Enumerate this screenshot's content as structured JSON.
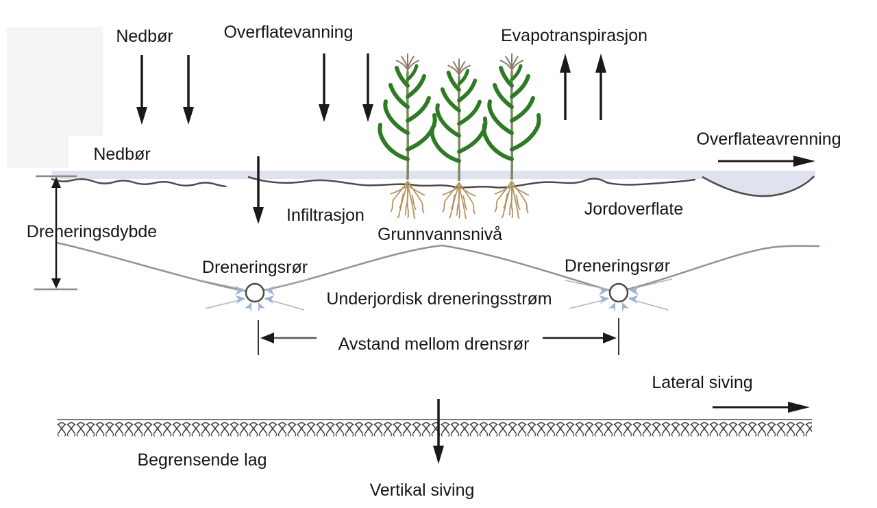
{
  "diagram": {
    "type": "agricultural-drainage-cross-section",
    "top_labels": {
      "nedbor": "Nedbør",
      "overflatevanning": "Overflatevanning",
      "evapotranspirasjon": "Evapotranspirasjon"
    },
    "surface_labels": {
      "nedbor": "Nedbør",
      "overflateavrenning": "Overflateavrenning",
      "infiltrasjon": "Infiltrasjon",
      "jordoverflate": "Jordoverflate"
    },
    "subsurface_labels": {
      "dreneringsdybde": "Dreneringsdybde",
      "grunnvannsniva": "Grunnvannsnivå",
      "dreneringsror_left": "Dreneringsrør",
      "dreneringsror_right": "Dreneringsrør",
      "underjordisk_dreneringsstrom": "Underjordisk dreneringsstrøm",
      "avstand_mellom_drensror": "Avstand mellom drensrør"
    },
    "bottom_labels": {
      "lateral_siving": "Lateral siving",
      "begrensende_lag": "Begrensende lag",
      "vertikal_siving": "Vertikal siving"
    },
    "colors": {
      "background": "#ffffff",
      "surface_water_band": "#dfe2ef",
      "soil_surface_line": "#4a4a4a",
      "groundwater_line": "#8a93a2",
      "drain_flow_arrow_blue": "#9db4d2",
      "flow_line_gray": "#b4b4b4",
      "arrow_black": "#1a1a1a",
      "text": "#161616",
      "corn_leaf_green": "#2f7a24",
      "corn_root_tan": "#b2935f",
      "hatch_layer": "#3f3f3f"
    }
  }
}
